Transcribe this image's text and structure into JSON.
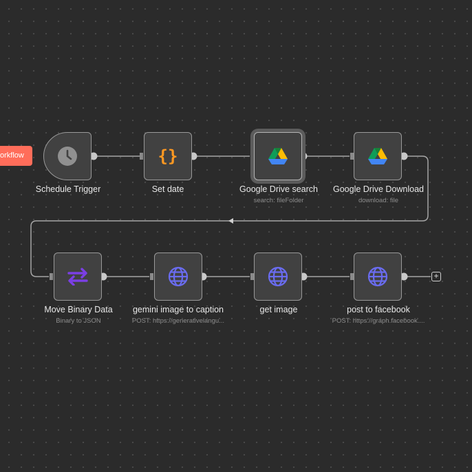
{
  "badge": {
    "label": "orkflow"
  },
  "nodes": [
    {
      "id": "schedule-trigger",
      "label": "Schedule Trigger",
      "subtitle": "",
      "icon": "clock-icon"
    },
    {
      "id": "set-date",
      "label": "Set date",
      "subtitle": "",
      "icon": "braces-icon"
    },
    {
      "id": "google-drive-search",
      "label": "Google Drive search",
      "subtitle": "search: fileFolder",
      "icon": "google-drive-icon",
      "selected": true
    },
    {
      "id": "google-drive-download",
      "label": "Google Drive Download",
      "subtitle": "download: file",
      "icon": "google-drive-icon"
    },
    {
      "id": "move-binary-data",
      "label": "Move Binary Data",
      "subtitle": "Binary to JSON",
      "icon": "swap-arrows-icon"
    },
    {
      "id": "gemini-image-to-caption",
      "label": "gemini image to caption",
      "subtitle": "POST: https://generativelangu...",
      "icon": "globe-icon"
    },
    {
      "id": "get-image",
      "label": "get image",
      "subtitle": "",
      "icon": "globe-icon"
    },
    {
      "id": "post-to-facebook",
      "label": "post to facebook",
      "subtitle": "POST: https://graph.facebook....",
      "icon": "globe-icon"
    }
  ],
  "add_button": {
    "label": "+"
  },
  "colors": {
    "canvas": "#2b2b2b",
    "node_bg": "#414141",
    "node_border": "#9a9a9a",
    "wire": "#a6a6a6",
    "badge": "#ff6d5a",
    "set_icon": "#ff9922",
    "binary_icon": "#7b3fe4",
    "globe_icon": "#6a6cf0"
  }
}
